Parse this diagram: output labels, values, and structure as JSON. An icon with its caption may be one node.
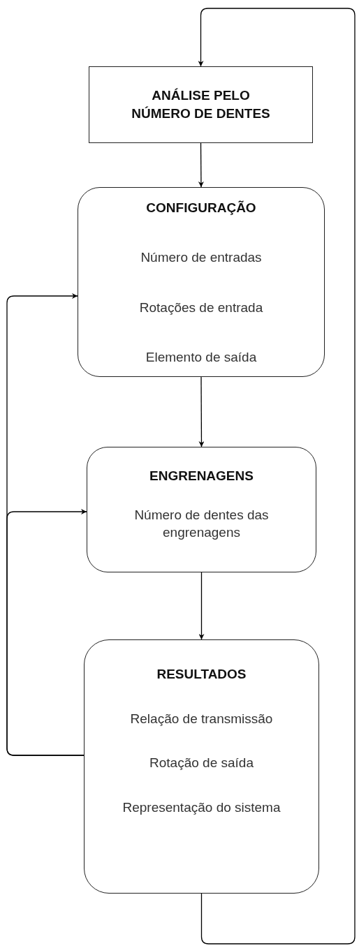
{
  "diagram": {
    "nodes": [
      {
        "text": [
          "ANÁLISE PELO NÚMERO DE DENTES"
        ]
      },
      {
        "text": [
          "CONFIGURAÇÃO",
          "Número de entradas",
          "Rotações de entrada",
          "Elemento de saída"
        ]
      },
      {
        "text": [
          "ENGRENAGENS",
          "Número de dentes das engrenagens"
        ]
      },
      {
        "text": [
          "RESULTADOS",
          "Relação de transmissão",
          "Rotação de saída",
          "Representação do sistema"
        ]
      }
    ],
    "edges": [
      {
        "from": 0,
        "to": 1,
        "arrow": "to"
      },
      {
        "from": 1,
        "to": 2,
        "arrow": "to"
      },
      {
        "from": 2,
        "to": 3,
        "arrow": "to"
      },
      {
        "from": 3,
        "to": 0,
        "arrow": "to"
      },
      {
        "from": 3,
        "to": 1,
        "arrow": "to"
      },
      {
        "from": 3,
        "to": 2,
        "arrow": "to"
      }
    ]
  }
}
